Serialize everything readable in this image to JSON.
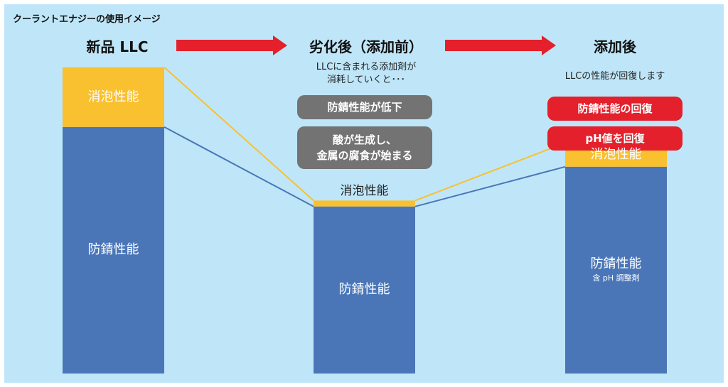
{
  "figure_title": "クーラントエナジーの使用イメージ",
  "colors": {
    "background": "#bfe6f8",
    "antifoam": "#f9c02f",
    "anticorrosion": "#4a76b8",
    "arrow": "#e3202b",
    "gray_pill": "#737373",
    "red_pill": "#e3202b"
  },
  "chart_data": {
    "type": "bar",
    "stacked": true,
    "categories": [
      "新品 LLC",
      "劣化後（添加前）",
      "添加後"
    ],
    "series": [
      {
        "name": "防錆性能",
        "values": [
          62,
          42,
          52
        ]
      },
      {
        "name": "消泡性能",
        "values": [
          15,
          1.5,
          6
        ]
      }
    ],
    "ylim": [
      0,
      80
    ],
    "grid": false
  },
  "stages": [
    {
      "title": "新品 LLC"
    },
    {
      "title": "劣化後（添加前）",
      "note_lines": [
        "LLCに含まれる添加剤が",
        "消耗していくと･･･"
      ],
      "pills": [
        {
          "lines": [
            "防錆性能が低下"
          ]
        },
        {
          "lines": [
            "酸が生成し、",
            "金属の腐食が始まる"
          ]
        }
      ]
    },
    {
      "title": "添加後",
      "note_lines": [
        "LLCの性能が回復します"
      ],
      "pills": [
        {
          "lines": [
            "防錆性能の回復"
          ]
        },
        {
          "lines": [
            "pH値を回復"
          ]
        }
      ]
    }
  ],
  "bar_labels": {
    "bar1_top": "消泡性能",
    "bar1_bottom": "防錆性能",
    "bar2_top": "消泡性能",
    "bar2_bottom": "防錆性能",
    "bar3_top": "消泡性能",
    "bar3_bottom": "防錆性能",
    "bar3_bottom_sub": "含 pH 調整剤"
  }
}
